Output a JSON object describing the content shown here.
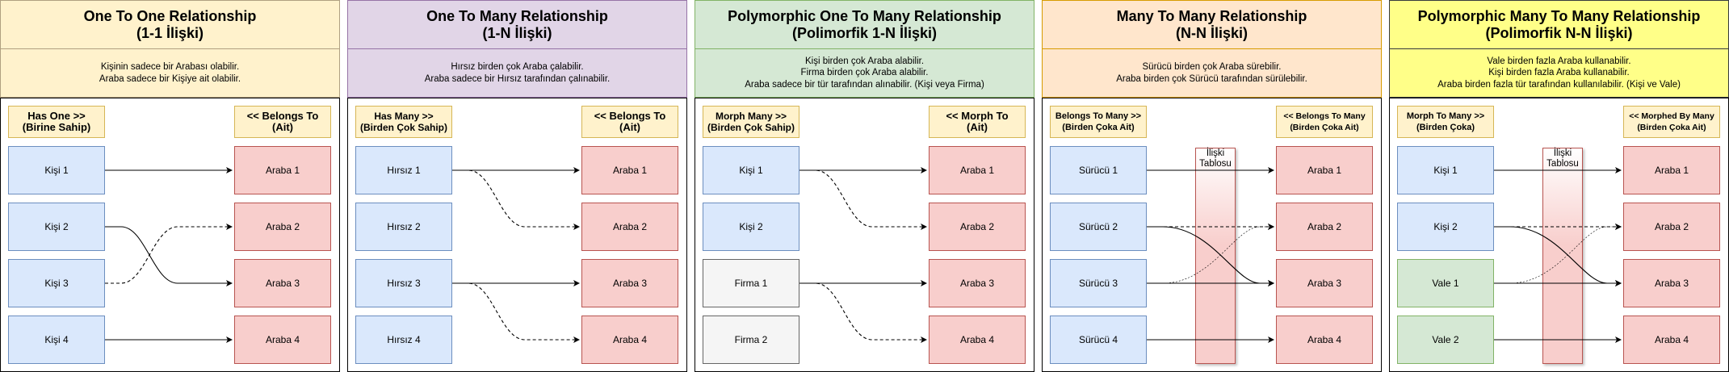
{
  "colors": {
    "yellow_header": "#fff2cc",
    "purple_header": "#e1d5e7",
    "green_header": "#d5e8d4",
    "orange_header": "#ffe6cc",
    "bright_yellow_header": "#ffff88",
    "source_blue": "#dae8fc",
    "target_red": "#f8cecc",
    "firma_grey": "#f5f5f5",
    "vale_green": "#d5e8d4"
  },
  "panels": [
    {
      "title": "One To One Relationship",
      "subtitle": "(1-1 İlişki)",
      "desc": [
        "Kişinin sadece bir Arabası olabilir.",
        "Araba sadece bir Kişiye ait olabilir."
      ],
      "left_label": [
        "Has One >>",
        "(Birine Sahip)"
      ],
      "right_label": [
        "<< Belongs To",
        "(Ait)"
      ],
      "left_nodes": [
        "Kişi 1",
        "Kişi 2",
        "Kişi 3",
        "Kişi 4"
      ],
      "right_nodes": [
        "Araba 1",
        "Araba 2",
        "Araba 3",
        "Araba 4"
      ]
    },
    {
      "title": "One To Many Relationship",
      "subtitle": "(1-N İlişki)",
      "desc": [
        "Hırsız birden çok Araba çalabilir.",
        "Araba sadece bir Hırsız tarafından çalınabilir."
      ],
      "left_label": [
        "Has Many >>",
        "(Birden Çok Sahip)"
      ],
      "right_label": [
        "<< Belongs To",
        "(Ait)"
      ],
      "left_nodes": [
        "Hırsız 1",
        "Hırsız 2",
        "Hırsız 3",
        "Hırsız 4"
      ],
      "right_nodes": [
        "Araba 1",
        "Araba 2",
        "Araba 3",
        "Araba 4"
      ]
    },
    {
      "title": "Polymorphic One To Many Relationship",
      "subtitle": "(Polimorfik 1-N İlişki)",
      "desc": [
        "Kişi birden çok Araba alabilir.",
        "Firma birden çok Araba alabilir.",
        "Araba sadece bir tür tarafından alınabilir. (Kişi veya Firma)"
      ],
      "left_label": [
        "Morph Many >>",
        "(Birden Çok Sahip)"
      ],
      "right_label": [
        "<< Morph To",
        "(Ait)"
      ],
      "left_nodes": [
        "Kişi 1",
        "Kişi 2",
        "Firma 1",
        "Firma 2"
      ],
      "right_nodes": [
        "Araba 1",
        "Araba 2",
        "Araba 3",
        "Araba 4"
      ]
    },
    {
      "title": "Many To Many Relationship",
      "subtitle": "(N-N İlişki)",
      "desc": [
        "Sürücü birden çok Araba sürebilir.",
        "Araba birden çok Sürücü tarafından sürülebilir."
      ],
      "left_label": [
        "Belongs To Many >>",
        "(Birden Çoka Ait)"
      ],
      "right_label": [
        "<< Belongs To Many",
        "(Birden Çoka Ait)"
      ],
      "pivot_label": [
        "İlişki",
        "Tablosu"
      ],
      "left_nodes": [
        "Sürücü 1",
        "Sürücü 2",
        "Sürücü 3",
        "Sürücü 4"
      ],
      "right_nodes": [
        "Araba 1",
        "Araba 2",
        "Araba 3",
        "Araba 4"
      ]
    },
    {
      "title": "Polymorphic Many To Many Relationship",
      "subtitle": "(Polimorfik N-N İlişki)",
      "desc": [
        "Vale birden fazla Araba kullanabilir.",
        "Kişi birden fazla Araba kullanabilir.",
        "Araba birden fazla tür tarafından kullanılabilir. (Kişi ve Vale)"
      ],
      "left_label": [
        "Morph To Many >>",
        "(Birden Çoka)"
      ],
      "right_label": [
        "<< Morphed By Many",
        "(Birden Çoka Ait)"
      ],
      "pivot_label": [
        "İlişki",
        "Tablosu"
      ],
      "left_nodes": [
        "Kişi 1",
        "Kişi 2",
        "Vale 1",
        "Vale 2"
      ],
      "right_nodes": [
        "Araba 1",
        "Araba 2",
        "Araba 3",
        "Araba 4"
      ]
    }
  ]
}
